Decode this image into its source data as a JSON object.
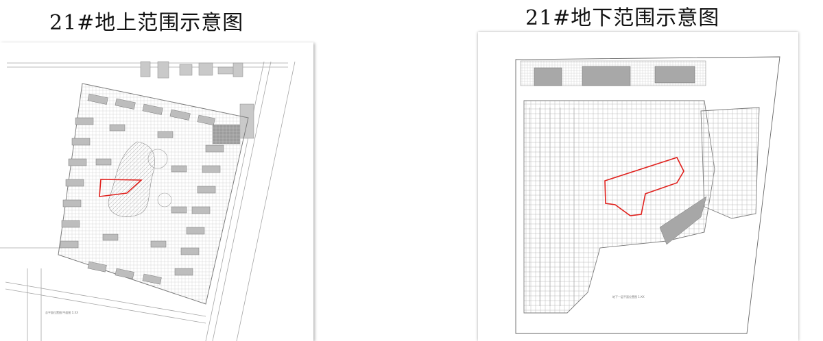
{
  "panels": {
    "above_ground": {
      "title": "21#地上范围示意图",
      "caption": "总平面位置图/平面图 1:XX"
    },
    "below_ground": {
      "title": "21#地下范围示意图",
      "caption": "地下一层平面位置图 1:XX"
    }
  },
  "colors": {
    "highlight": "#e0201c",
    "linework": "#8c8c8c",
    "building_fill": "#b9b9b9",
    "sheet_shadow": "#9a9a9a"
  },
  "icons": [
    "site-plan-drawing",
    "basement-plan-drawing",
    "red-boundary-outline"
  ]
}
